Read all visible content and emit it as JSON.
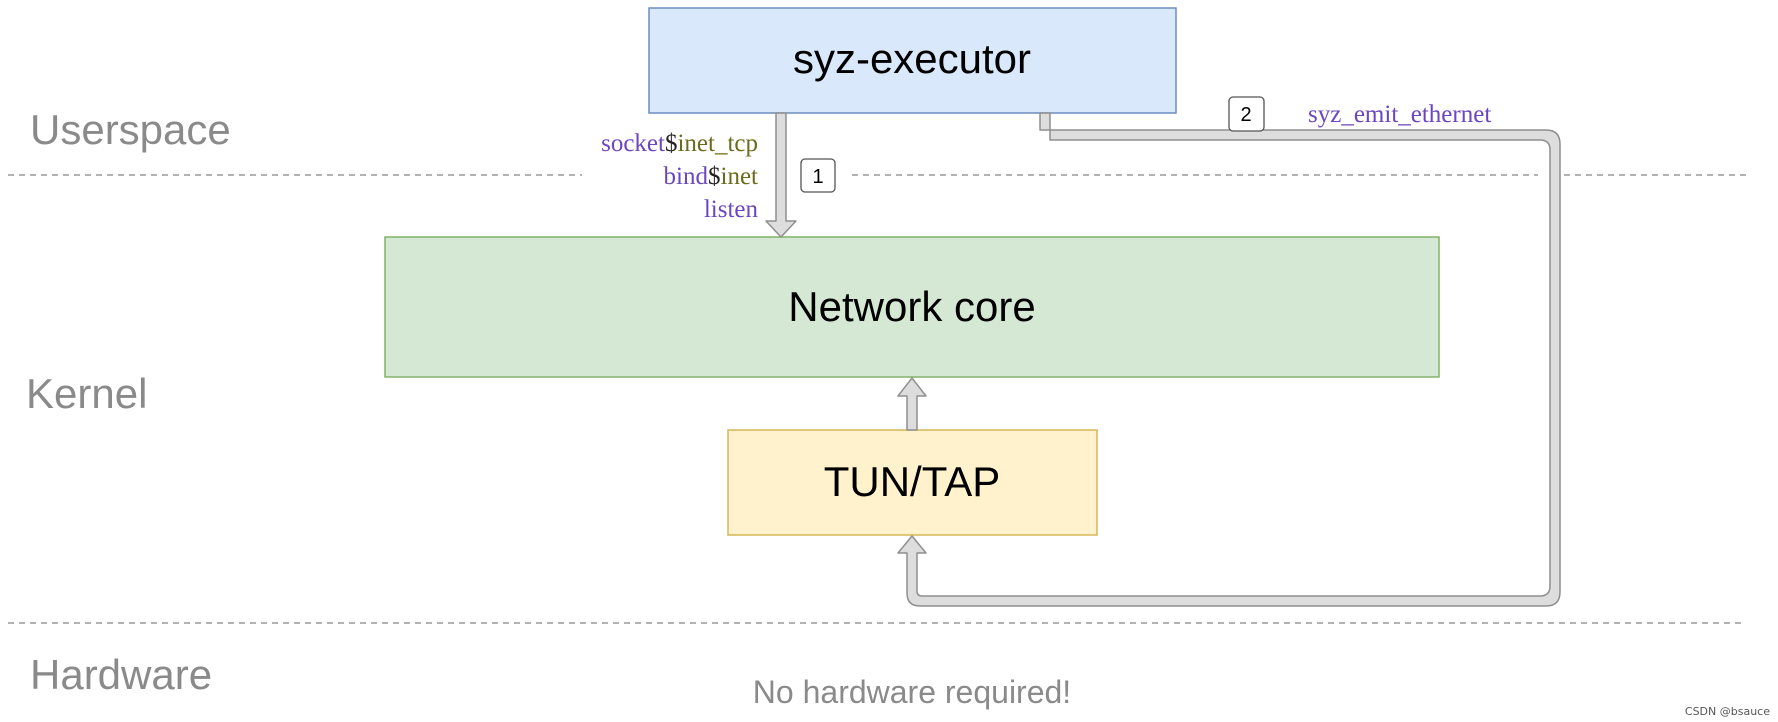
{
  "layers": {
    "userspace": "Userspace",
    "kernel": "Kernel",
    "hardware": "Hardware"
  },
  "boxes": {
    "executor": "syz-executor",
    "network_core": "Network core",
    "tun_tap": "TUN/TAP"
  },
  "syscalls": {
    "socket_name": "socket",
    "socket_dollar": "$",
    "socket_variant": "inet_tcp",
    "bind_name": "bind",
    "bind_dollar": "$",
    "bind_variant": "inet",
    "listen": "listen",
    "emit": "syz_emit_ethernet"
  },
  "steps": {
    "one": "1",
    "two": "2"
  },
  "note": "No hardware required!",
  "watermark": "CSDN @bsauce",
  "colors": {
    "executor_fill": "#dae8fc",
    "executor_stroke": "#6c8ebf",
    "core_fill": "#d5e8d4",
    "core_stroke": "#82b366",
    "tun_fill": "#fff2cc",
    "tun_stroke": "#d6b656",
    "syscall_name": "#6b46c1",
    "syscall_variant": "#6b6b1e",
    "dollar": "#222222"
  }
}
